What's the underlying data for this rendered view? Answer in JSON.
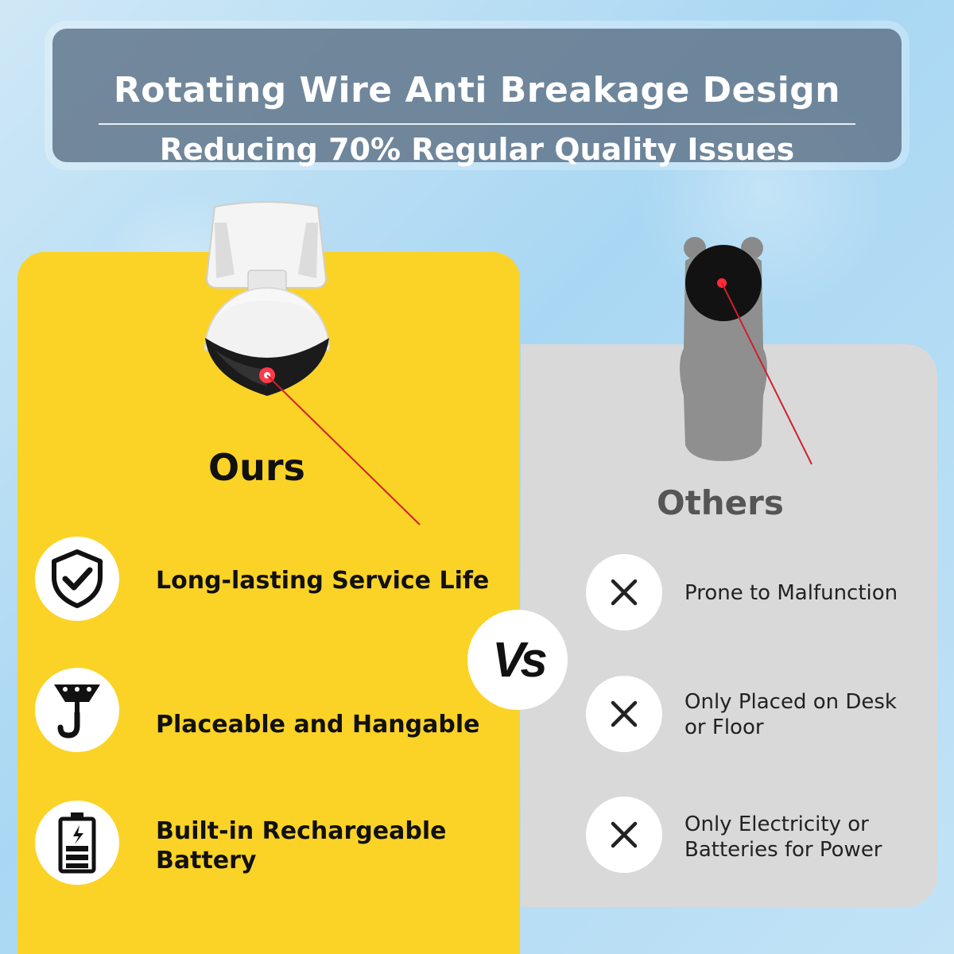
{
  "header": {
    "title": "Rotating Wire Anti Breakage Design",
    "subtitle": "Reducing 70% Regular Quality Issues"
  },
  "ours": {
    "label": "Ours",
    "features": [
      {
        "icon": "shield-check-icon",
        "text": "Long-lasting Service Life"
      },
      {
        "icon": "hook-icon",
        "text": "Placeable and Hangable"
      },
      {
        "icon": "battery-icon",
        "line1": "Built-in Rechargeable",
        "line2": "Battery"
      }
    ]
  },
  "vs": "Vs",
  "others": {
    "label": "Others",
    "features": [
      {
        "icon": "x-icon",
        "line1": "Prone to Malfunction"
      },
      {
        "icon": "x-icon",
        "line1": "Only Placed on Desk",
        "line2": "or Floor"
      },
      {
        "icon": "x-icon",
        "line1": "Only Electricity or",
        "line2": "Batteries for Power"
      }
    ]
  },
  "colors": {
    "ours_bg": "#fbd326",
    "others_bg": "#d9d9d9",
    "laser": "#d0202a",
    "header_bg": "#5f7387"
  }
}
